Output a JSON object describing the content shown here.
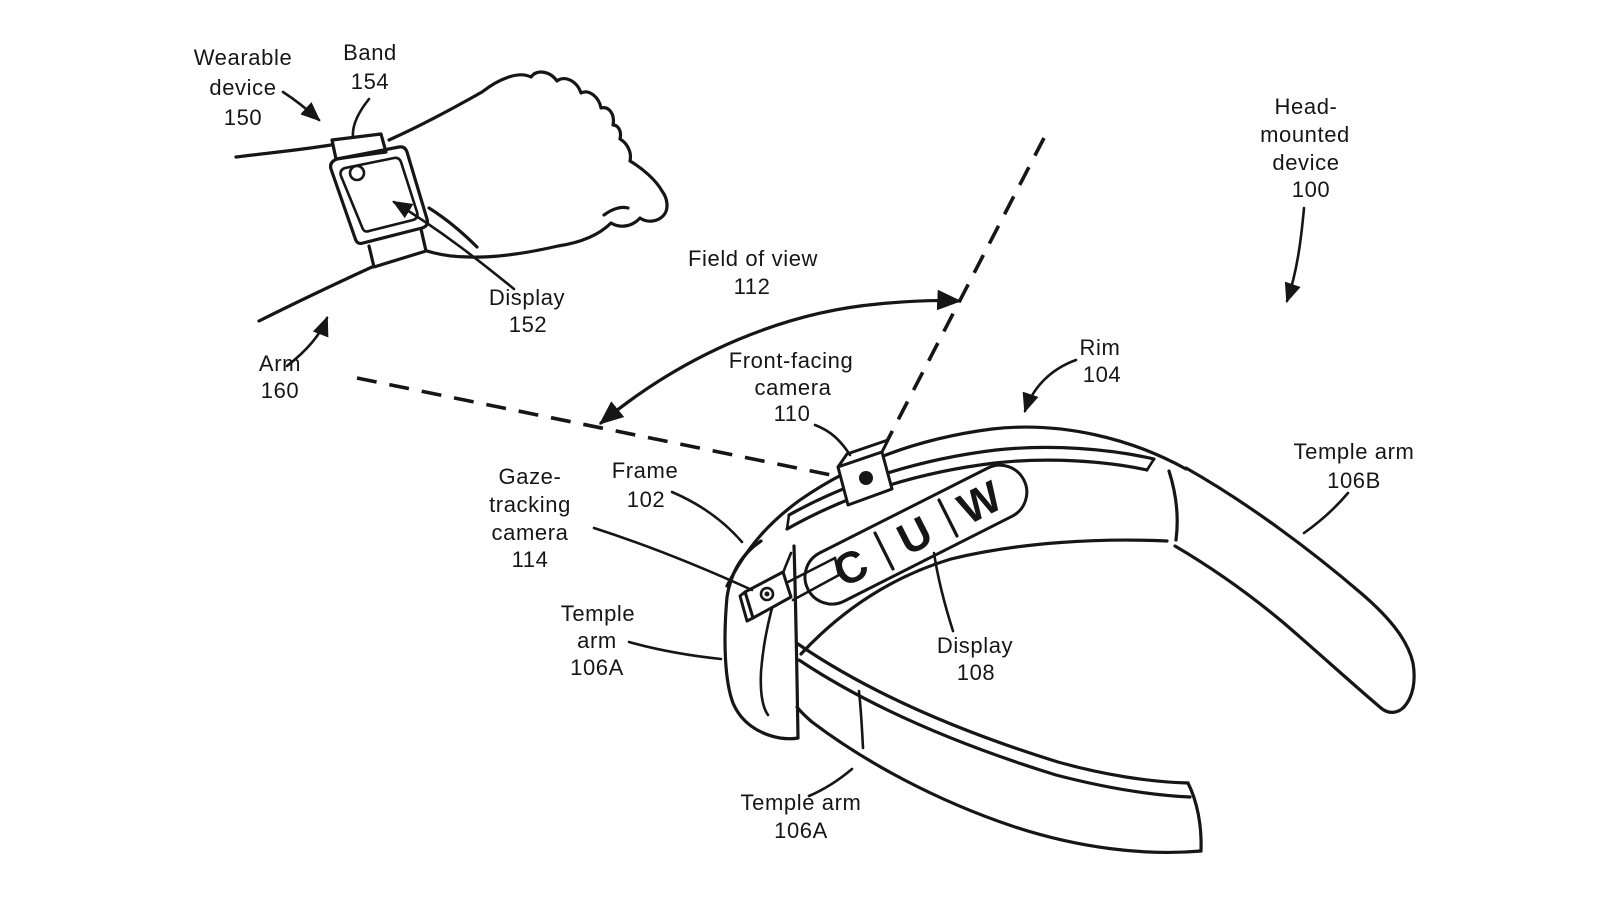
{
  "figure": {
    "background_color": "#ffffff",
    "line_color": "#161616"
  },
  "labels": {
    "wearable_device": {
      "line1": "Wearable",
      "line2": "device",
      "ref": "150"
    },
    "band": {
      "line1": "Band",
      "ref": "154"
    },
    "display_152": {
      "line1": "Display",
      "ref": "152"
    },
    "arm": {
      "line1": "Arm",
      "ref": "160"
    },
    "field_of_view": {
      "line1": "Field of view",
      "ref": "112"
    },
    "front_facing_camera": {
      "line1": "Front-facing",
      "line2": "camera",
      "ref": "110"
    },
    "head_mounted_device": {
      "line1": "Head-",
      "line2": "mounted",
      "line3": "device",
      "ref": "100"
    },
    "rim": {
      "line1": "Rim",
      "ref": "104"
    },
    "temple_arm_106b": {
      "line1": "Temple arm",
      "ref": "106B"
    },
    "frame": {
      "line1": "Frame",
      "ref": "102"
    },
    "gaze_tracking_camera": {
      "line1": "Gaze-",
      "line2": "tracking",
      "line3": "camera",
      "ref": "114"
    },
    "temple_arm_106a_left": {
      "line1": "Temple",
      "line2": "arm",
      "ref": "106A"
    },
    "display_108": {
      "line1": "Display",
      "ref": "108"
    },
    "temple_arm_106a_bottom": {
      "line1": "Temple arm",
      "ref": "106A"
    }
  },
  "display_content": {
    "letter1": "C",
    "letter2": "U",
    "letter3": "W"
  }
}
